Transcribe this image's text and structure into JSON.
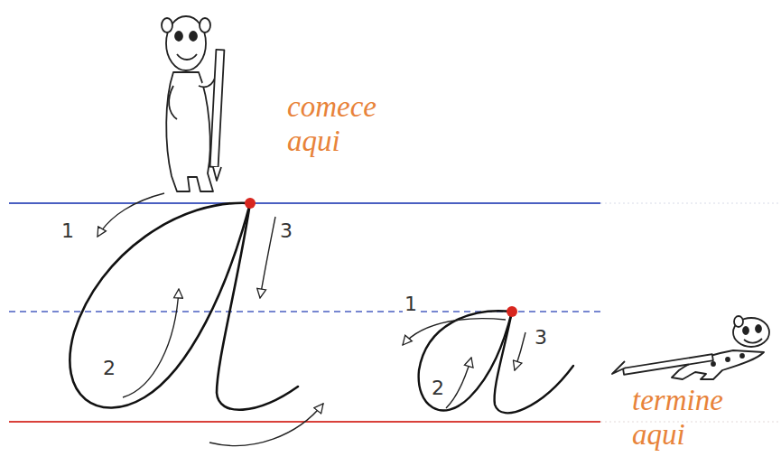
{
  "diagram": {
    "labels": [
      "comece aqui",
      "1",
      "3",
      "2",
      "1",
      "3",
      "2",
      "termine aqui"
    ]
  }
}
